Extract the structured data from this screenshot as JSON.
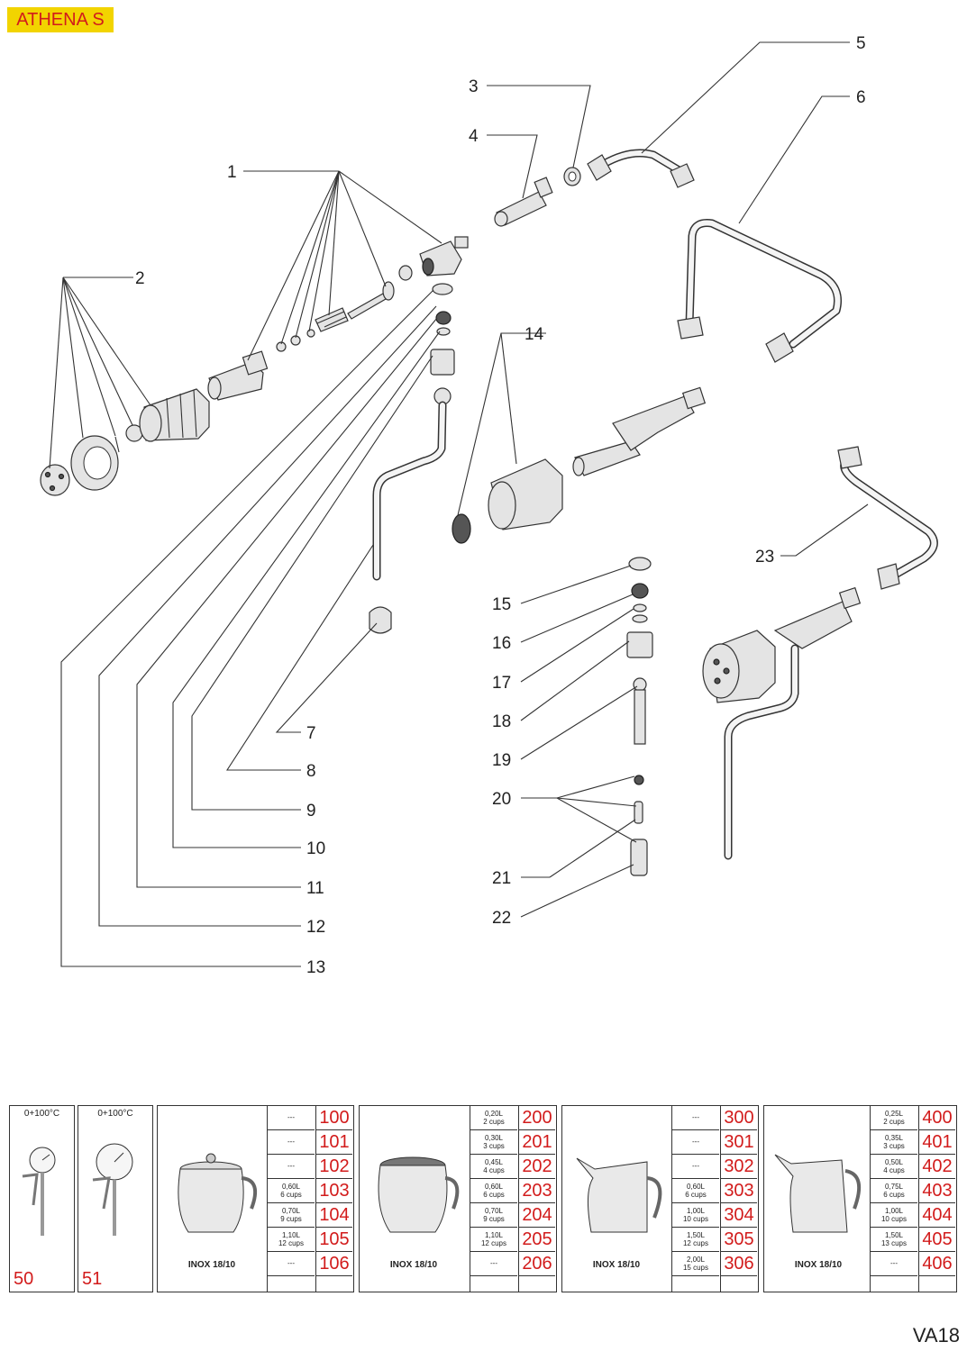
{
  "header": {
    "model": "ATHENA S"
  },
  "diagram": {
    "callouts": [
      "1",
      "2",
      "3",
      "4",
      "5",
      "6",
      "7",
      "8",
      "9",
      "10",
      "11",
      "12",
      "13",
      "14",
      "15",
      "16",
      "17",
      "18",
      "19",
      "20",
      "21",
      "22",
      "23"
    ]
  },
  "accessories": {
    "thermometers": [
      {
        "range": "0+100°C",
        "code": "50"
      },
      {
        "range": "0+100°C",
        "code": "51"
      }
    ],
    "jugs": [
      {
        "material": "INOX 18/10",
        "rows": [
          {
            "capacity": "---",
            "cups": "",
            "code": "100"
          },
          {
            "capacity": "---",
            "cups": "",
            "code": "101"
          },
          {
            "capacity": "---",
            "cups": "",
            "code": "102"
          },
          {
            "capacity": "0,60L",
            "cups": "6 cups",
            "code": "103"
          },
          {
            "capacity": "0,70L",
            "cups": "9 cups",
            "code": "104"
          },
          {
            "capacity": "1,10L",
            "cups": "12 cups",
            "code": "105"
          },
          {
            "capacity": "---",
            "cups": "",
            "code": "106"
          }
        ]
      },
      {
        "material": "INOX 18/10",
        "rows": [
          {
            "capacity": "0,20L",
            "cups": "2 cups",
            "code": "200"
          },
          {
            "capacity": "0,30L",
            "cups": "3 cups",
            "code": "201"
          },
          {
            "capacity": "0,45L",
            "cups": "4 cups",
            "code": "202"
          },
          {
            "capacity": "0,60L",
            "cups": "6 cups",
            "code": "203"
          },
          {
            "capacity": "0,70L",
            "cups": "9 cups",
            "code": "204"
          },
          {
            "capacity": "1,10L",
            "cups": "12 cups",
            "code": "205"
          },
          {
            "capacity": "---",
            "cups": "",
            "code": "206"
          }
        ]
      },
      {
        "material": "INOX 18/10",
        "rows": [
          {
            "capacity": "---",
            "cups": "",
            "code": "300"
          },
          {
            "capacity": "---",
            "cups": "",
            "code": "301"
          },
          {
            "capacity": "---",
            "cups": "",
            "code": "302"
          },
          {
            "capacity": "0,60L",
            "cups": "6 cups",
            "code": "303"
          },
          {
            "capacity": "1,00L",
            "cups": "10 cups",
            "code": "304"
          },
          {
            "capacity": "1,50L",
            "cups": "12 cups",
            "code": "305"
          },
          {
            "capacity": "2,00L",
            "cups": "15 cups",
            "code": "306"
          }
        ]
      },
      {
        "material": "INOX 18/10",
        "rows": [
          {
            "capacity": "0,25L",
            "cups": "2 cups",
            "code": "400"
          },
          {
            "capacity": "0,35L",
            "cups": "3 cups",
            "code": "401"
          },
          {
            "capacity": "0,50L",
            "cups": "4 cups",
            "code": "402"
          },
          {
            "capacity": "0,75L",
            "cups": "6 cups",
            "code": "403"
          },
          {
            "capacity": "1,00L",
            "cups": "10 cups",
            "code": "404"
          },
          {
            "capacity": "1,50L",
            "cups": "13 cups",
            "code": "405"
          },
          {
            "capacity": "---",
            "cups": "",
            "code": "406"
          }
        ]
      }
    ]
  },
  "footer": {
    "page_code": "VA18"
  }
}
